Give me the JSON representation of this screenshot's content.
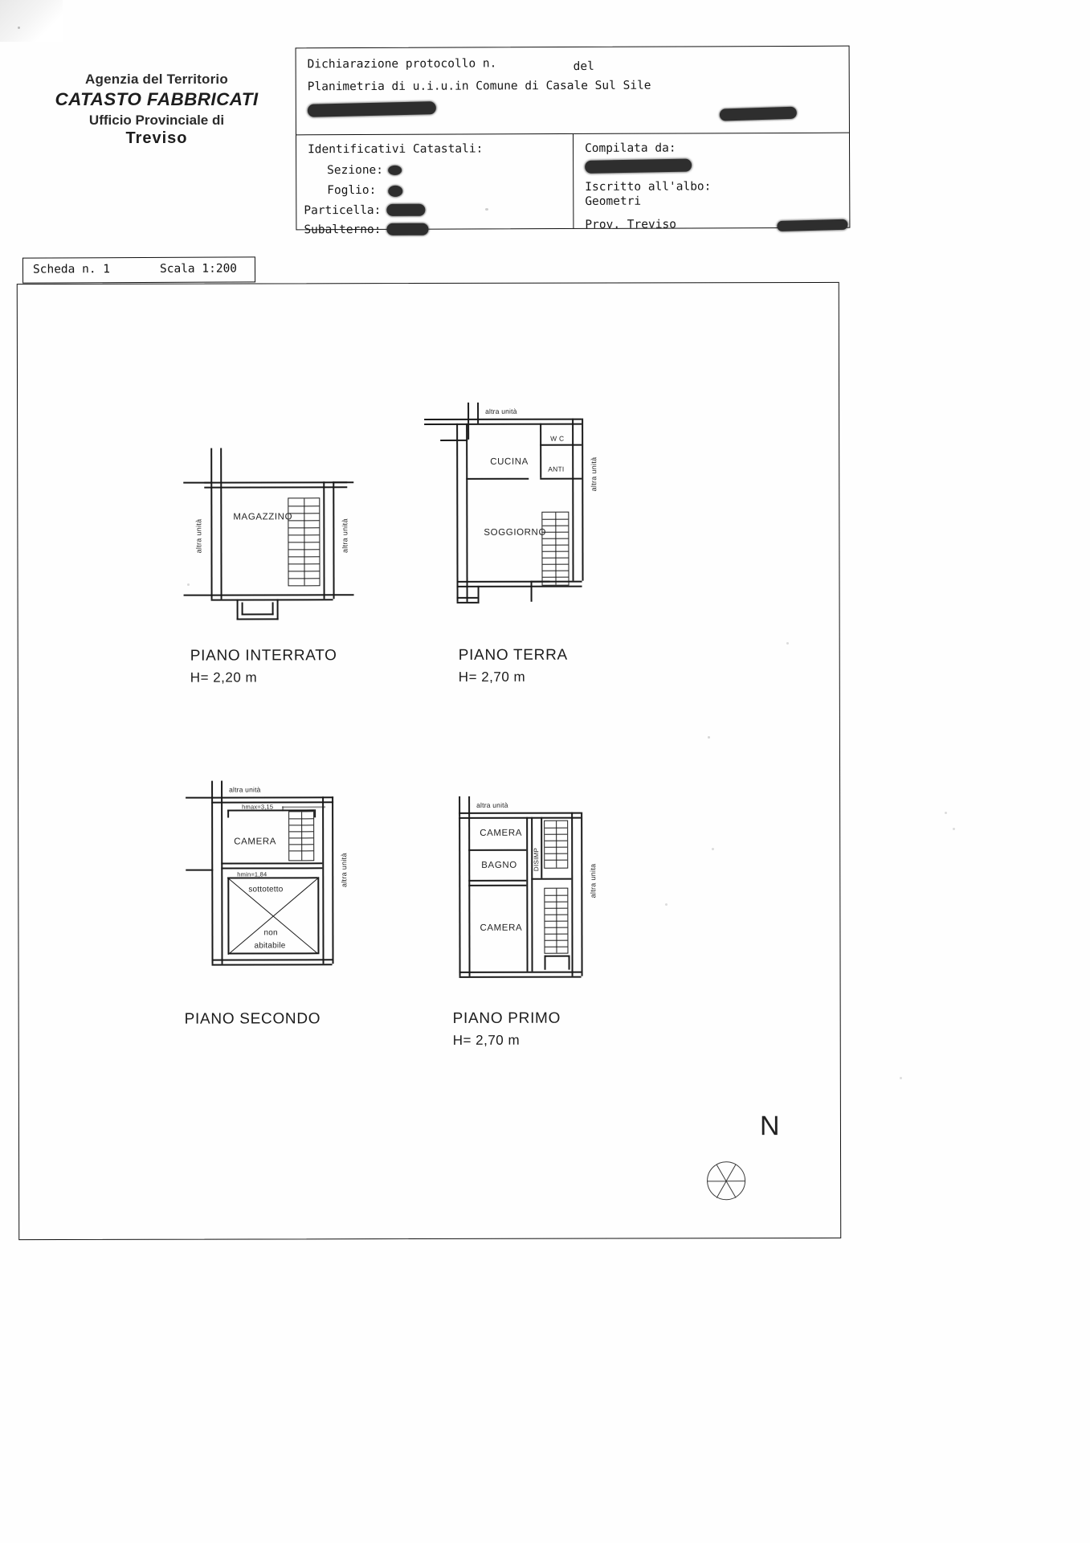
{
  "document": {
    "agency": {
      "line1": "Agenzia del Territorio",
      "line2": "CATASTO FABBRICATI",
      "line3": "Ufficio Provinciale di",
      "line4": "Treviso"
    },
    "header_table": {
      "protocol_label": "Dichiarazione protocollo n.",
      "protocol_date_label": "del",
      "planimetry_label": "Planimetria di u.i.u.in Comune di Casale Sul Sile",
      "identificativi_title": "Identificativi Catastali:",
      "sezione_label": "Sezione:",
      "foglio_label": "Foglio:",
      "particella_label": "Particella:",
      "subalterno_label": "Subalterno:",
      "compilata_label": "Compilata da:",
      "iscritto_label": "Iscritto all'albo:",
      "iscritto_value": "Geometri",
      "prov_label": "Prov. Treviso"
    },
    "scheda": {
      "number_label": "Scheda n. 1",
      "scale_label": "Scala 1:200"
    },
    "compass": {
      "north_label": "N"
    }
  },
  "floors": {
    "interrato": {
      "caption_name": "PIANO INTERRATO",
      "caption_height": "H= 2,20 m",
      "rooms": [
        {
          "name": "MAGAZZINO"
        }
      ],
      "side_labels": {
        "left": "altra unità",
        "right": "altra unità"
      }
    },
    "terra": {
      "caption_name": "PIANO TERRA",
      "caption_height": "H= 2,70 m",
      "rooms": [
        {
          "name": "CUCINA"
        },
        {
          "name": "W C"
        },
        {
          "name": "ANTI"
        },
        {
          "name": "SOGGIORNO"
        }
      ],
      "side_labels": {
        "top": "altra unità",
        "right": "altra unità"
      }
    },
    "secondo": {
      "caption_name": "PIANO SECONDO",
      "caption_height": "",
      "rooms": [
        {
          "name": "CAMERA"
        },
        {
          "name": "sottotetto"
        },
        {
          "name": "non"
        },
        {
          "name": "abitabile"
        }
      ],
      "annotations": {
        "hmax": "hmax=3,15",
        "hmin": "hmin=1,84"
      },
      "side_labels": {
        "top": "altra unità",
        "right": "altra unità"
      }
    },
    "primo": {
      "caption_name": "PIANO PRIMO",
      "caption_height": "H= 2,70 m",
      "rooms": [
        {
          "name": "CAMERA"
        },
        {
          "name": "BAGNO"
        },
        {
          "name": "CAMERA"
        },
        {
          "name": "DISIMP"
        }
      ],
      "side_labels": {
        "top": "altra unità",
        "right": "altra unita"
      }
    }
  },
  "colors": {
    "ink": "#1a1a1a",
    "paper": "#fefefe",
    "redaction": "#2e2e2e"
  }
}
